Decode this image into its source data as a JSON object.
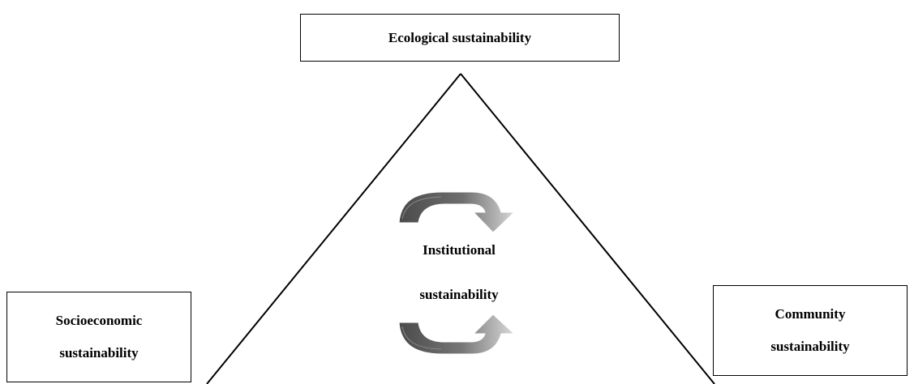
{
  "diagram": {
    "top_node": {
      "label": "Ecological sustainability"
    },
    "left_node": {
      "line1": "Socioeconomic",
      "line2": "sustainability"
    },
    "right_node": {
      "line1": "Community",
      "line2": "sustainability"
    },
    "center": {
      "line1": "Institutional",
      "line2": "sustainability"
    },
    "colors": {
      "stroke": "#000000",
      "arrow_dark": "#555555",
      "arrow_light": "#bbbbbb"
    },
    "icons": [
      "curved-arrow-right-icon",
      "curved-arrow-up-icon"
    ]
  }
}
